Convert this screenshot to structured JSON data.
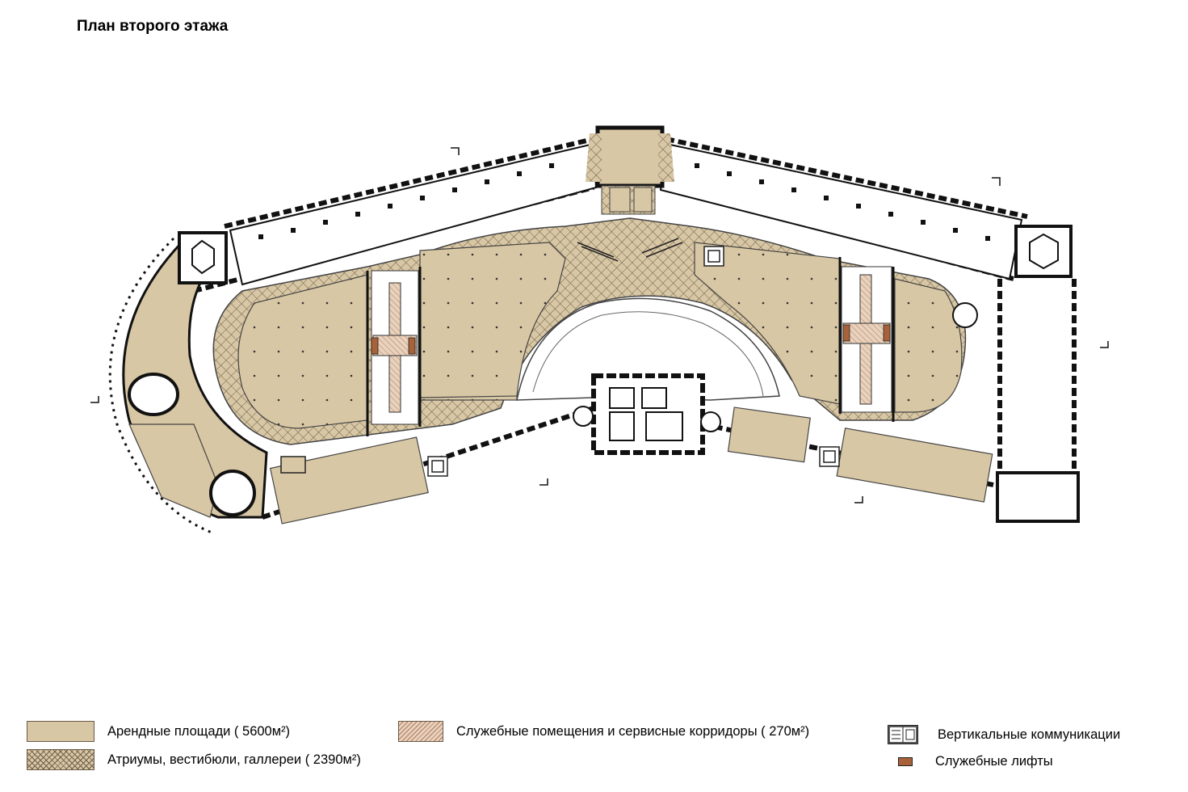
{
  "title": "План второго этажа",
  "colors": {
    "rental": "#d8c7a4",
    "atrium_hatch": "#6d5c48",
    "service": "#e8d2bd",
    "service_hatch": "#b07a5e",
    "lift": "#a8623a",
    "wall": "#111111"
  },
  "legend": {
    "rental": "Арендные площади ( 5600м²)",
    "atriums": "Атриумы, вестибюли, галлереи ( 2390м²)",
    "service": "Служебные помещения и сервисные корридоры ( 270м²)",
    "vertical": "Вертикальные коммуникации",
    "lifts": "Служебные лифты"
  }
}
